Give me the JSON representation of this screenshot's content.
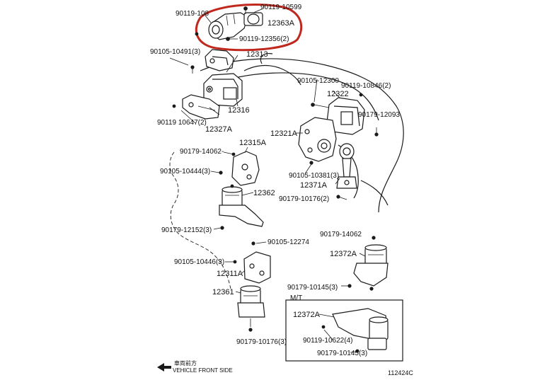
{
  "labels": {
    "l_90119_108a": "90119-108",
    "l_90119_10599": "90119-10599",
    "l_12363A": "12363A",
    "l_90119_12356": "90119-12356(2)",
    "l_90105_10491": "90105-10491(3)",
    "l_12313": "12313",
    "l_90105_12300": "90105-12300",
    "l_90119_10846": "90119-10846(2)",
    "l_12322": "12322",
    "l_12316": "12316",
    "l_90179_12093": "90179-12093",
    "l_90119_10647": "90119   10647(2)",
    "l_12327A": "12327A",
    "l_12321A": "12321A",
    "l_12315A": "12315A",
    "l_90179_14062a": "90179-14062-",
    "l_90105_10444": "90105-10444(3)",
    "l_90105_10381": "90105-10381(3)",
    "l_12371A": "12371A",
    "l_12362": "12362",
    "l_90179_10176a": "90179-10176(2)",
    "l_90179_12152": "90179-12152(3)",
    "l_90179_14062b": "90179-14062",
    "l_90105_12274": "90105-12274",
    "l_12372Aa": "12372A",
    "l_90105_10446": "90105-10446(3)",
    "l_12311A": "12311A",
    "l_90179_10145a": "90179-10145(3)",
    "l_12361": "12361",
    "l_MT": "M/T",
    "l_12372Ab": "12372A",
    "l_90119_10622": "90119-10622(4)",
    "l_90179_10145b": "90179-10145(3)",
    "l_90179_10176b": "90179-10176(3)",
    "l_front_jp": "車両前方",
    "l_front_en": "VEHICLE FRONT SIDE",
    "l_code": "112424C"
  },
  "colors": {
    "highlight": "#c0281e",
    "ink": "#1a1a1a"
  },
  "icons": {
    "front_arrow": "arrow-left-icon"
  }
}
